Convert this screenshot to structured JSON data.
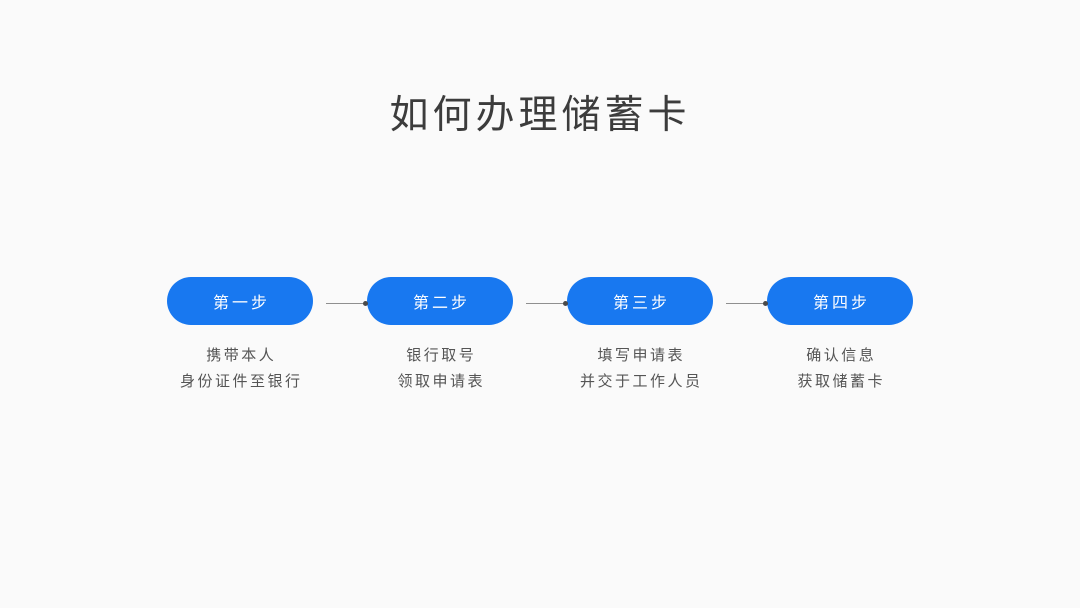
{
  "slide": {
    "title": "如何办理储蓄卡",
    "background_color": "#FAFAFA",
    "title_color": "#3C3C3C",
    "accent_color": "#1878F0",
    "caption_color": "#555555",
    "connector_color": "#8F8F8F"
  },
  "steps": [
    {
      "pill_label": "第一步",
      "caption_line1": "携带本人",
      "caption_line2": "身份证件至银行"
    },
    {
      "pill_label": "第二步",
      "caption_line1": "银行取号",
      "caption_line2": "领取申请表"
    },
    {
      "pill_label": "第三步",
      "caption_line1": "填写申请表",
      "caption_line2": "并交于工作人员"
    },
    {
      "pill_label": "第四步",
      "caption_line1": "确认信息",
      "caption_line2": "获取储蓄卡"
    }
  ],
  "connectors": [
    {
      "name": "arrow-connector-1"
    },
    {
      "name": "arrow-connector-2"
    },
    {
      "name": "arrow-connector-3"
    }
  ]
}
